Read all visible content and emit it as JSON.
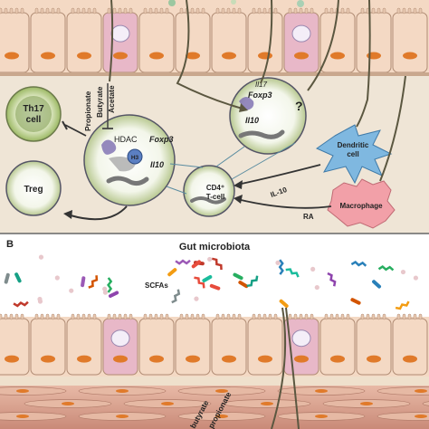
{
  "panel_b_label": "B",
  "gut_microbiota_title": "Gut microbiota",
  "scfas_label": "SCFAs",
  "scfa_names": {
    "propionate": "Propionate",
    "butyrate": "Butyrate",
    "acetate": "Acetate"
  },
  "bottom_labels": {
    "butyrate": "butyrate",
    "propionate": "propionate"
  },
  "cells": {
    "th17": {
      "line1": "Th17",
      "line2": "cell"
    },
    "treg": "Treg",
    "cd4": {
      "line1": "CD4⁺",
      "line2": "T-cell"
    },
    "dendritic": {
      "line1": "Dendritic",
      "line2": "cell"
    },
    "macrophage": "Macrophage"
  },
  "genes": {
    "foxp3": "Foxp3",
    "il10": "Il10",
    "il17": "Il17"
  },
  "nucleus_labels": {
    "hdac": "HDAC",
    "h3": "H3",
    "question": "?"
  },
  "signals": {
    "il10": "IL-10",
    "ra": "RA"
  },
  "colors": {
    "epithelium": "#f4d9c4",
    "goblet": "#e8b8c8",
    "nucleus": "#e07a2a",
    "lamina": "#f0e0cc",
    "th17_fill": "#a6c170",
    "dendritic": "#7fb8e0",
    "macrophage": "#f2a0a8",
    "red_band": "#d9a08c"
  }
}
